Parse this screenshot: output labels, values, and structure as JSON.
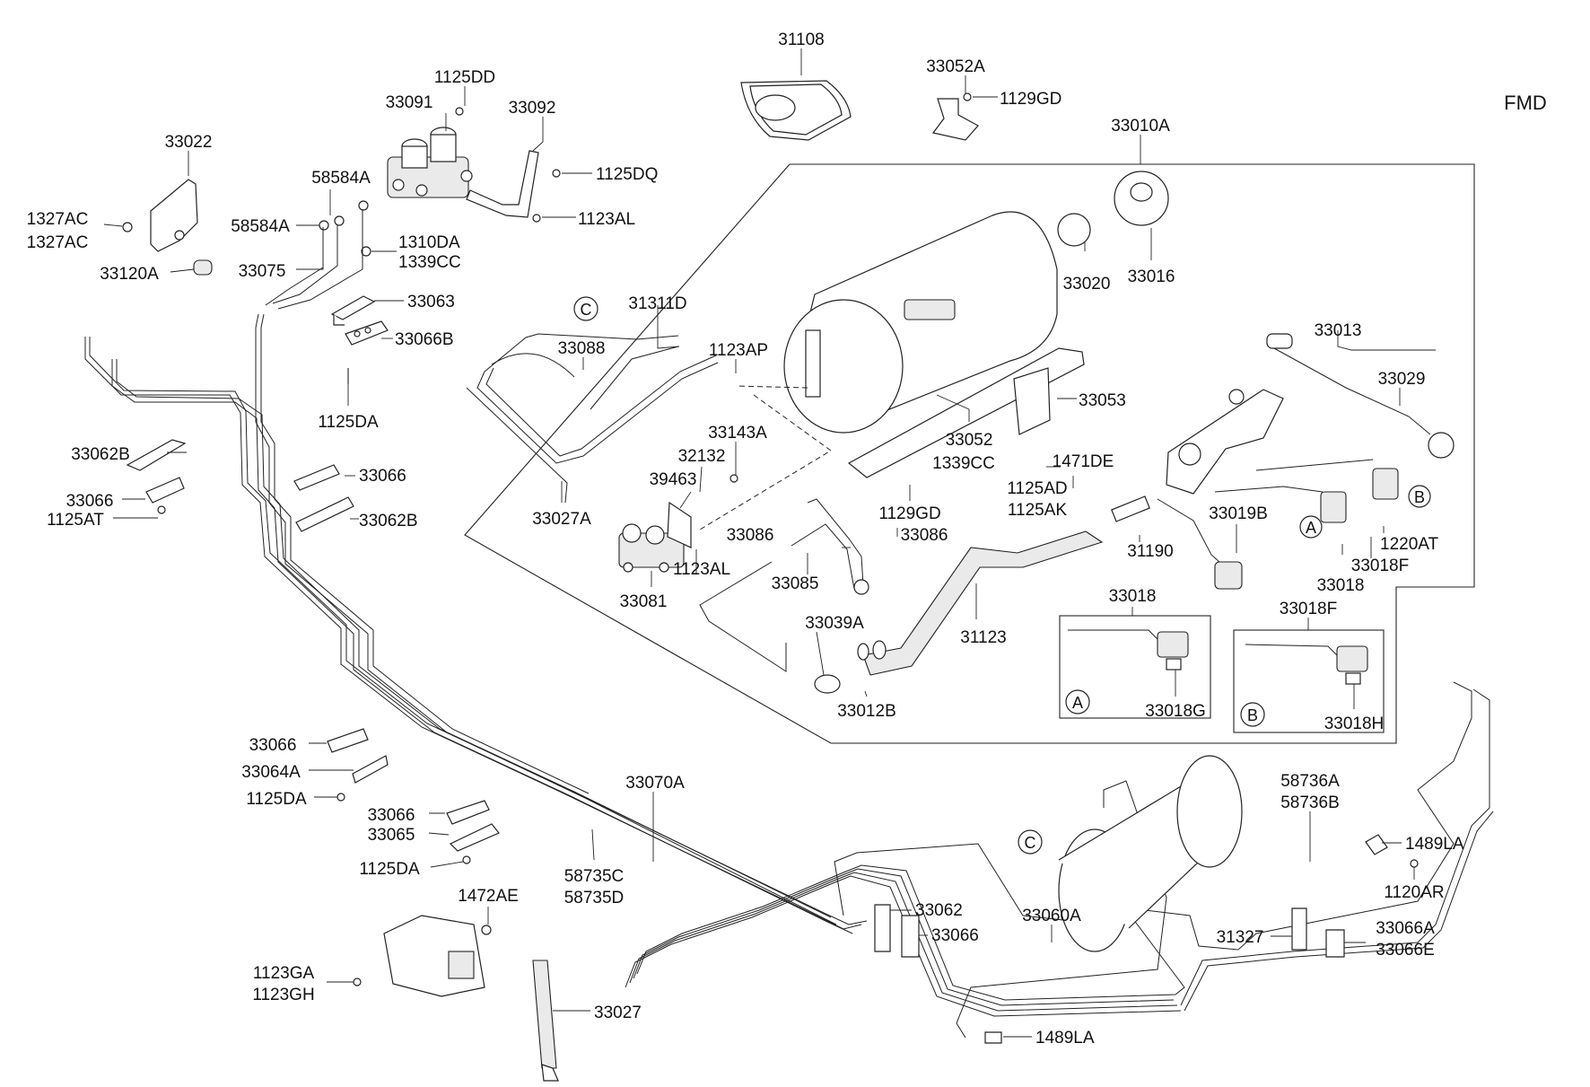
{
  "code": "FMD",
  "markers": {
    "a": "A",
    "b": "B",
    "c": "C"
  },
  "labels": {
    "l31108": "31108",
    "l33052A": "33052A",
    "l1129GD_top": "1129GD",
    "l33010A": "33010A",
    "l1125DD": "1125DD",
    "l33091": "33091",
    "l33092": "33092",
    "l1125DQ": "1125DQ",
    "l1123AL_top": "1123AL",
    "l33022": "33022",
    "l58584A_1": "58584A",
    "l58584A_2": "58584A",
    "l1327AC_1": "1327AC",
    "l1327AC_2": "1327AC",
    "l33120A": "33120A",
    "l33075": "33075",
    "l1310DA": "1310DA",
    "l1339CC_top": "1339CC",
    "l33063": "33063",
    "l33066B": "33066B",
    "l1125DA_top": "1125DA",
    "l33016": "33016",
    "l33020": "33020",
    "l31311D": "31311D",
    "l33088": "33088",
    "l1123AP": "1123AP",
    "l33013": "33013",
    "l33029": "33029",
    "l33053": "33053",
    "l33052": "33052",
    "l1339CC_mid": "1339CC",
    "l1471DE": "1471DE",
    "l33143A": "33143A",
    "l32132": "32132",
    "l39463": "39463",
    "l33027A": "33027A",
    "l1129GD_mid": "1129GD",
    "l1125AD": "1125AD",
    "l1125AK": "1125AK",
    "l33019B": "33019B",
    "l1220AT": "1220AT",
    "l33018F_right": "33018F",
    "l33018_right": "33018",
    "l31190": "31190",
    "l33086_a": "33086",
    "l33086_b": "33086",
    "l1123AL_mid": "1123AL",
    "l33085": "33085",
    "l33081": "33081",
    "l33062B_top": "33062B",
    "l33066_top": "33066",
    "l33066_left": "33066",
    "l1125AT": "1125AT",
    "l33062B_bot": "33062B",
    "l33039A": "33039A",
    "l31123": "31123",
    "l33018_box": "33018",
    "l33018F_box": "33018F",
    "l33012B": "33012B",
    "l33018G": "33018G",
    "l33018H": "33018H",
    "l33066_mid": "33066",
    "l33064A": "33064A",
    "l1125DA_mid": "1125DA",
    "l33066_low": "33066",
    "l33065": "33065",
    "l1125DA_low": "1125DA",
    "l33070A": "33070A",
    "l58736A": "58736A",
    "l58736B": "58736B",
    "l1489LA_right": "1489LA",
    "l1120AR": "1120AR",
    "l58735C": "58735C",
    "l58735D": "58735D",
    "l1472AE": "1472AE",
    "l33062": "33062",
    "l33066_bot": "33066",
    "l33060A": "33060A",
    "l31327": "31327",
    "l33066A": "33066A",
    "l33066E": "33066E",
    "l1123GA": "1123GA",
    "l1123GH": "1123GH",
    "l33027": "33027",
    "l1489LA_bot": "1489LA"
  }
}
